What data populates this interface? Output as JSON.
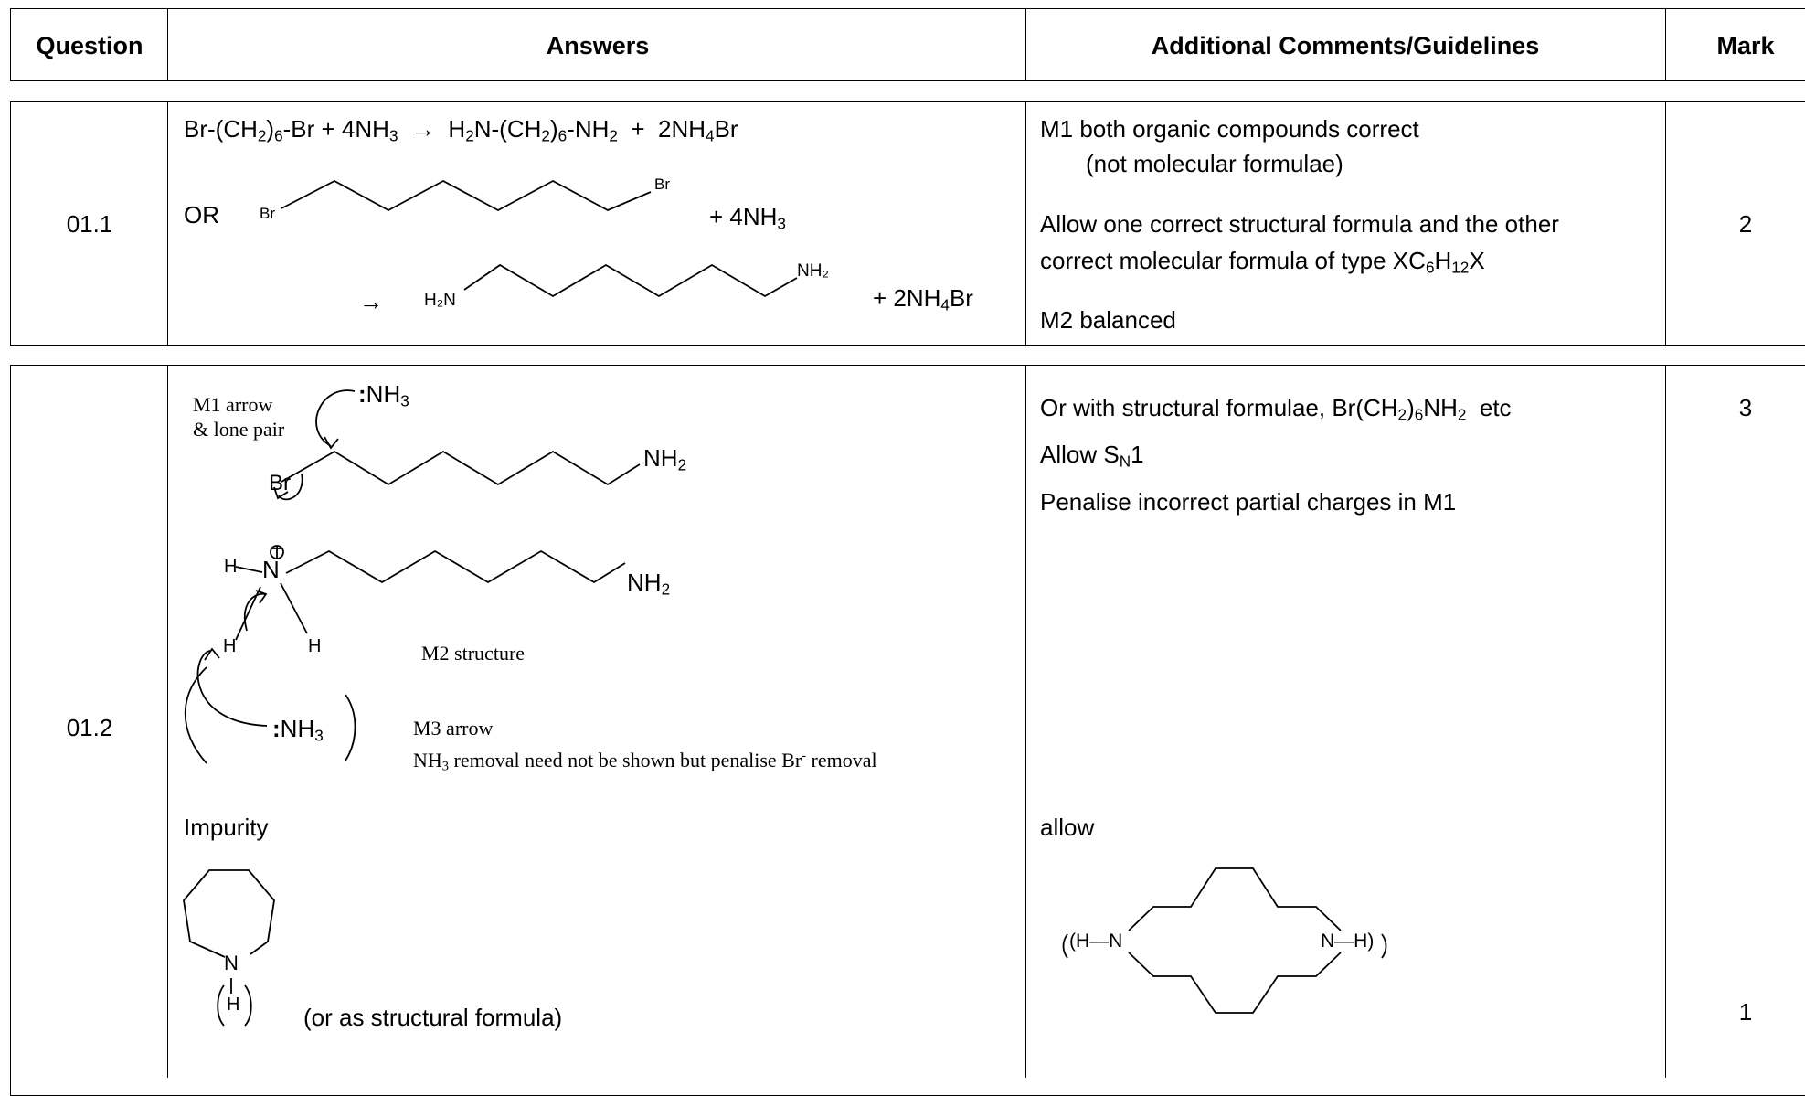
{
  "header": {
    "question": "Question",
    "answers": "Answers",
    "comments": "Additional Comments/Guidelines",
    "mark": "Mark"
  },
  "q011": {
    "number": "01.1",
    "mark": "2",
    "eq_lhs": "Br-(CH",
    "eq_sub_2": "2",
    "eq_sub_6": "6",
    "eq_lhs_tail": "-Br  +  4NH",
    "eq_sub_3": "3",
    "arrow": "→",
    "eq_rhs": "H",
    "eq_rhs2": "N-(CH",
    "eq_rhs3": "-NH",
    "eq_plus2": "  +  2NH",
    "eq_sub_4": "4",
    "eq_br": "Br",
    "or_label": "OR",
    "br_label": "Br",
    "plus_nh3": "+ 4NH",
    "h2n_label": "H₂N",
    "nh2_label": "NH₂",
    "plus_nh4br": "+ 2NH",
    "comment_m1": "M1 both organic compounds correct",
    "comment_m1b": "(not molecular formulae)",
    "comment_allow1": "Allow one correct structural formula and the other",
    "comment_allow2a": "correct molecular formula of type XC",
    "comment_allow2_sub6": "6",
    "comment_allow2_h": "H",
    "comment_allow2_sub12": "12",
    "comment_allow2_x": "X",
    "comment_m2": "M2 balanced"
  },
  "q012": {
    "number": "01.2",
    "mark_top": "3",
    "mark_bottom": "1",
    "m1_arrow": "M1 arrow",
    "lone_pair": "& lone pair",
    "nh3_colon": ":NH",
    "br": "Br",
    "nh2": "NH",
    "h": "H",
    "m2_structure": "M2 structure",
    "m3_arrow": "M3 arrow",
    "nh3_removal_a": "NH",
    "nh3_removal_b": " removal need not be shown but penalise Br",
    "nh3_removal_sup": "-",
    "nh3_removal_c": " removal",
    "impurity": "Impurity",
    "n": "N",
    "or_structural": "(or as structural formula)",
    "comment_or": "Or with structural formulae, Br(CH",
    "comment_or_b": ")",
    "comment_or_c": "NH",
    "comment_or_d": "  etc",
    "comment_allow_sn": "Allow S",
    "comment_allow_sn_sub": "N",
    "comment_allow_sn_1": "1",
    "comment_penalise": "Penalise incorrect partial charges in M1",
    "allow": "allow",
    "ring_left": "(H",
    "ring_right": "H)"
  }
}
